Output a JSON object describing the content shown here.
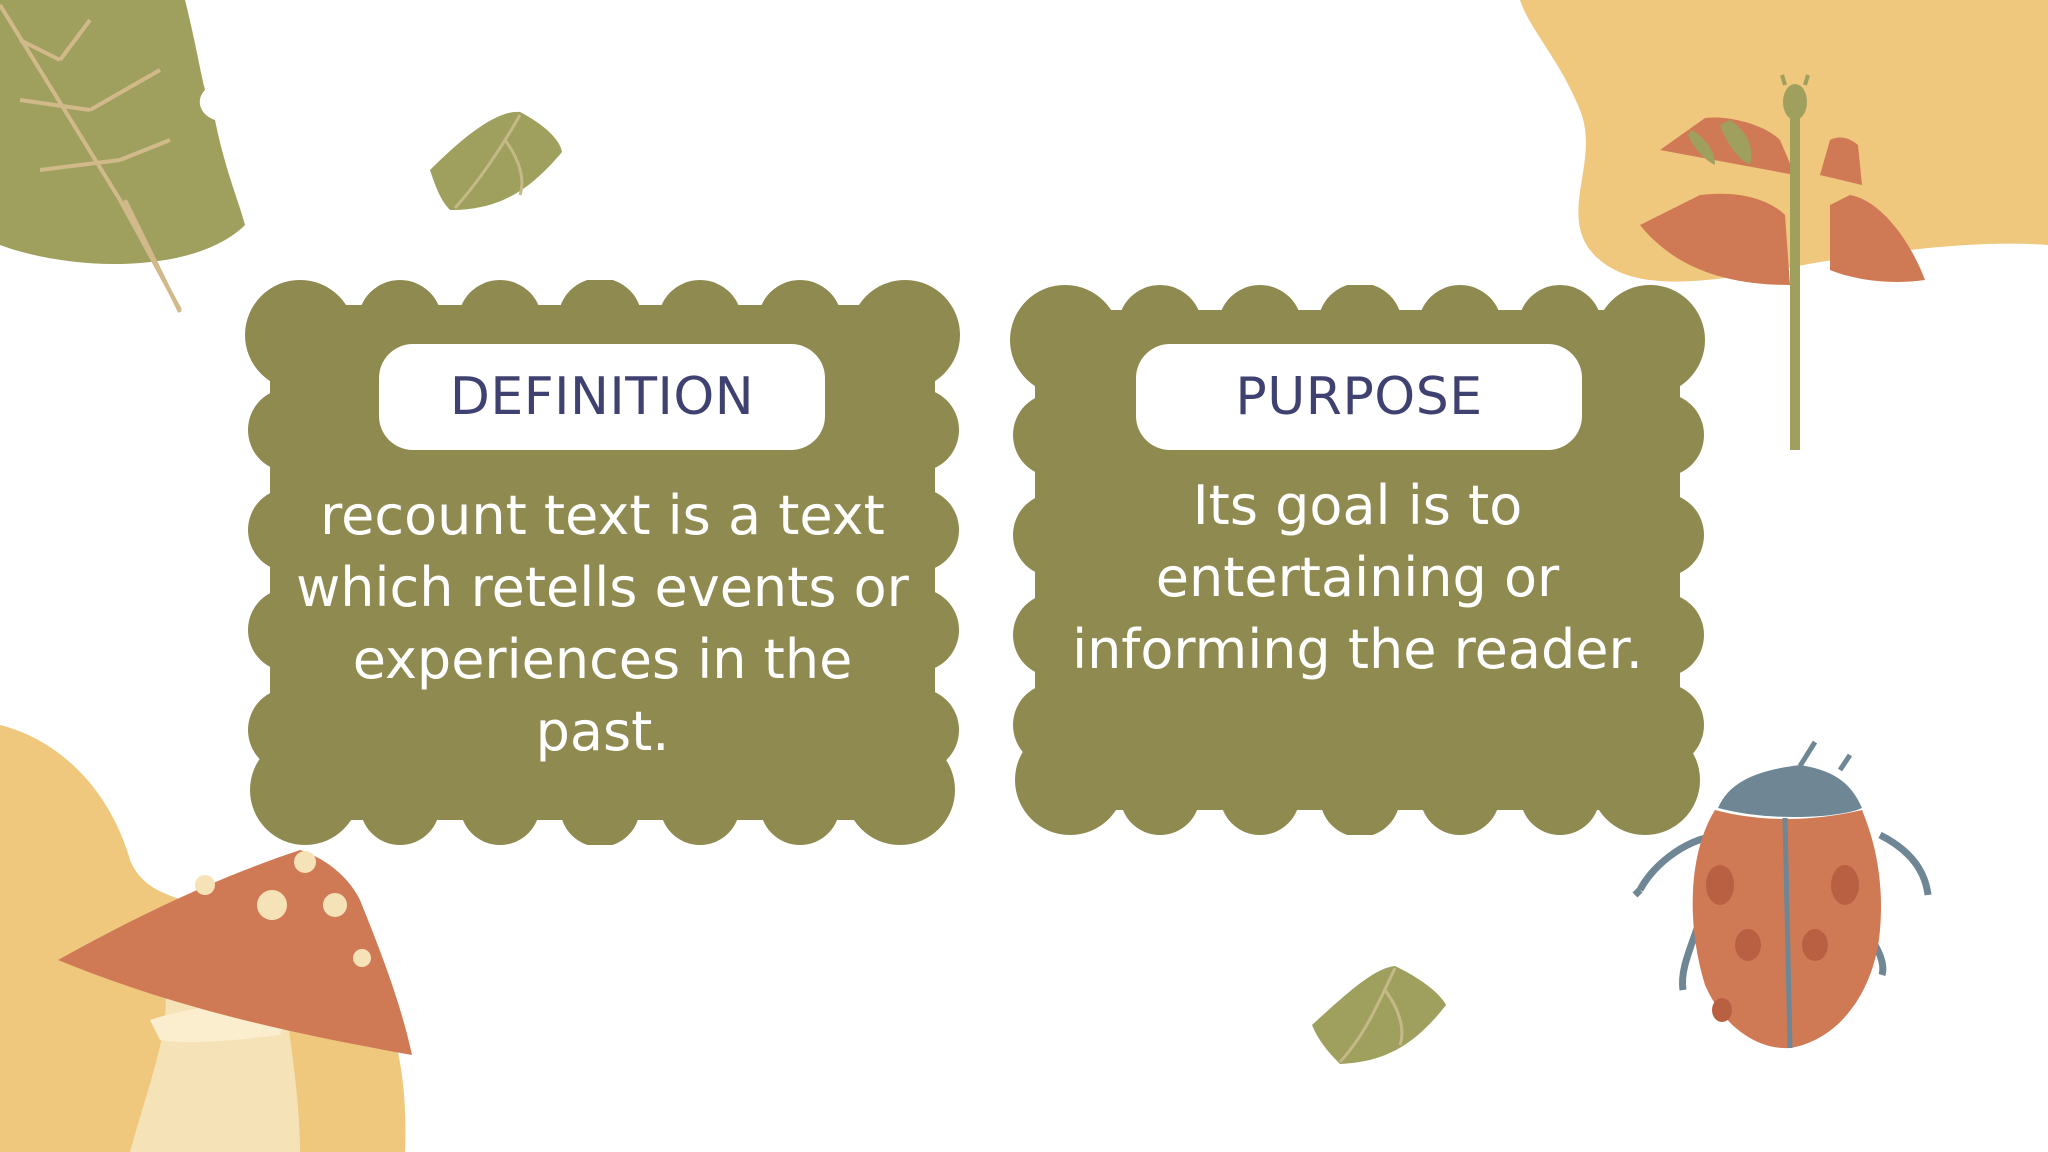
{
  "colors": {
    "card": "#8e8a50",
    "pill_text": "#3f4270",
    "body_text": "#ffffff",
    "blob": "#efc77d",
    "leaf": "#9fa05e",
    "orange": "#d07a55",
    "bug_gray": "#6f8795"
  },
  "decorations": {
    "icons": [
      "leaf-icon",
      "small-leaf-icon",
      "dragonfly-icon",
      "mushroom-icon",
      "ladybug-icon"
    ]
  },
  "cards": [
    {
      "heading": "DEFINITION",
      "text": "recount text is a text which retells events or experiences in the past."
    },
    {
      "heading": "PURPOSE",
      "text": "Its goal is to entertaining or informing the reader."
    }
  ]
}
